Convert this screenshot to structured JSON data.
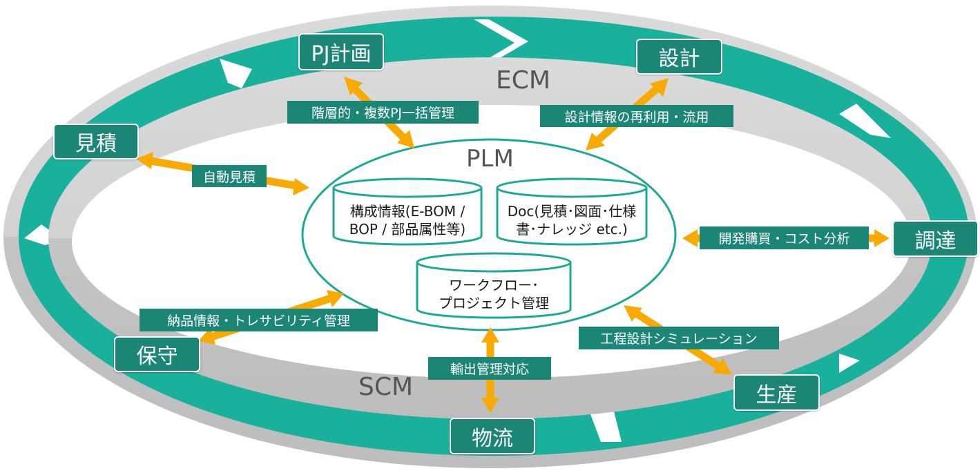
{
  "ring_labels": {
    "ecm": "ECM",
    "scm": "SCM"
  },
  "plm": {
    "title": "PLM",
    "databases": {
      "structure": {
        "line1": "構成情報(E-BOM /",
        "line2": "BOP / 部品属性等)"
      },
      "doc": {
        "line1": "Doc(見積･図面･仕様",
        "line2": "書･ナレッジ etc.)"
      },
      "workflow": {
        "line1": "ワークフロー･",
        "line2": "プロジェクト管理"
      }
    }
  },
  "stages": {
    "pj_plan": "PJ計画",
    "design": "設計",
    "estimate": "見積",
    "procurement": "調達",
    "maintenance": "保守",
    "production": "生産",
    "logistics": "物流"
  },
  "links": {
    "multi_pj": "階層的・複数PJ一括管理",
    "design_reuse": "設計情報の再利用・流用",
    "auto_estimate": "自動見積",
    "dev_purchase": "開発購買・コスト分析",
    "traceability": "納品情報・トレサビリティ管理",
    "process_sim": "工程設計シミュレーション",
    "export_control": "輸出管理対応"
  },
  "colors": {
    "teal_band": "#19b09c",
    "box_fill": "#1b8676",
    "ring_light": "#d6d6d6",
    "ring_dark": "#c2c2c2",
    "arrow": "#f8aa00",
    "plm_border": "#1ba895"
  }
}
